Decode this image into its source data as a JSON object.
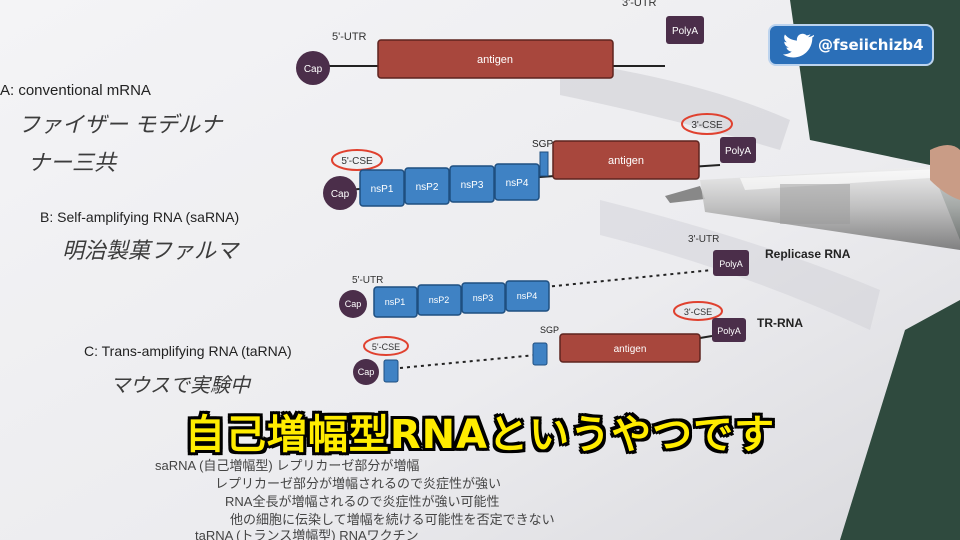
{
  "social_badge": {
    "icon": "twitter-bird-icon",
    "handle": "@fseiichizb4",
    "bg_color": "#2b6fb8"
  },
  "subtitle": {
    "text": "自己増幅型RNAというやつです",
    "color": "#ffec00"
  },
  "paper": {
    "section_a": {
      "label": "A: conventional mRNA",
      "handwriting_1": "ファイザー モデルナ",
      "handwriting_2": "ナー三共",
      "utr5": "5'-UTR",
      "utr3": "3'-UTR",
      "cap": "Cap",
      "antigen": "antigen",
      "polya": "PolyA"
    },
    "section_b": {
      "label": "B: Self-amplifying RNA (saRNA)",
      "handwriting": "明治製菓ファルマ",
      "cse5": "5'-CSE",
      "cse3": "3'-CSE",
      "sgp": "SGP",
      "cap": "Cap",
      "nsp": [
        "nsP1",
        "nsP2",
        "nsP3",
        "nsP4"
      ],
      "antigen": "antigen",
      "polya": "PolyA"
    },
    "section_c": {
      "label": "C: Trans-amplifying RNA (taRNA)",
      "handwriting": "マウスで実験中",
      "utr5": "5'-UTR",
      "utr3": "3'-UTR",
      "replicase_label": "Replicase RNA",
      "trrna_label": "TR-RNA",
      "cap": "Cap",
      "nsp": [
        "nsP1",
        "nsP2",
        "nsP3",
        "nsP4"
      ],
      "polya": "PolyA",
      "cse5": "5'-CSE",
      "cse3": "3'-CSE",
      "sgp": "SGP",
      "antigen": "antigen"
    },
    "body_text": {
      "line_1": "saRNA (自己増幅型) レプリカーゼ部分が増幅",
      "line_2": "レプリカーゼ部分が増幅されるので炎症性が強い",
      "line_3": "RNA全長が増幅されるので炎症性が強い可能性",
      "line_4": "他の細胞に伝染して増幅を続ける可能性を否定できない",
      "line_5": "taRNA (トランス増幅型) RNAワクチン"
    }
  },
  "colors": {
    "cap": "#4b2e4a",
    "antigen": "#a8473d",
    "nsp": "#3f82c4",
    "polya": "#4b2e4a",
    "cse_circle": "#e0412f"
  }
}
